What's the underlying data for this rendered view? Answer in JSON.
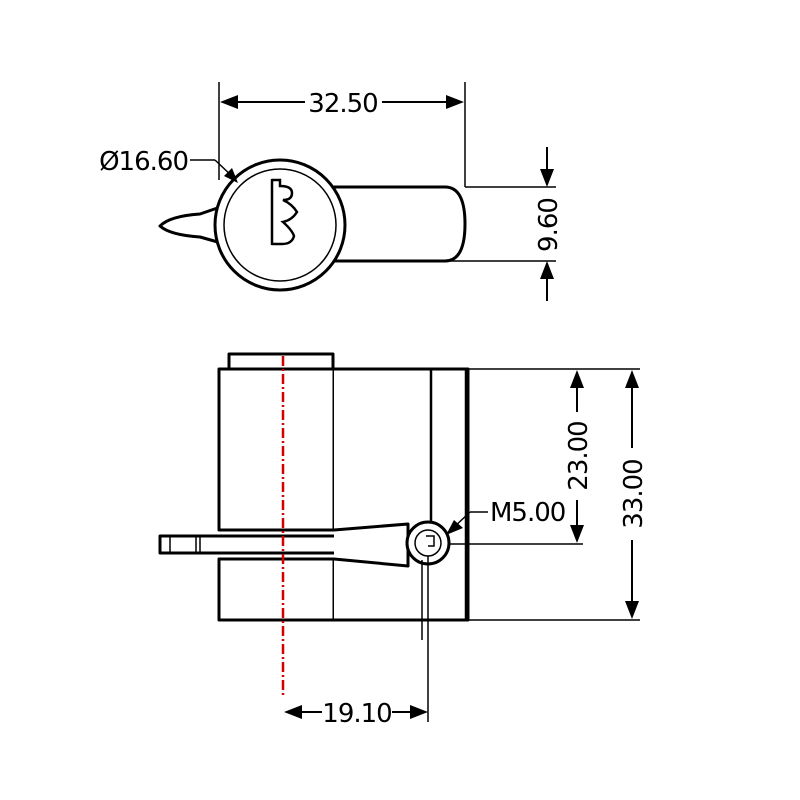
{
  "colors": {
    "outline": "#000000",
    "background": "#ffffff",
    "center_line": "#d40000"
  },
  "dimensions": {
    "overall_width": "32.50",
    "diameter": "Ø16.60",
    "width": "9.60",
    "height_to_hole": "23.00",
    "overall_height": "33.00",
    "thread": "M5.00",
    "center_offset": "19.10"
  }
}
